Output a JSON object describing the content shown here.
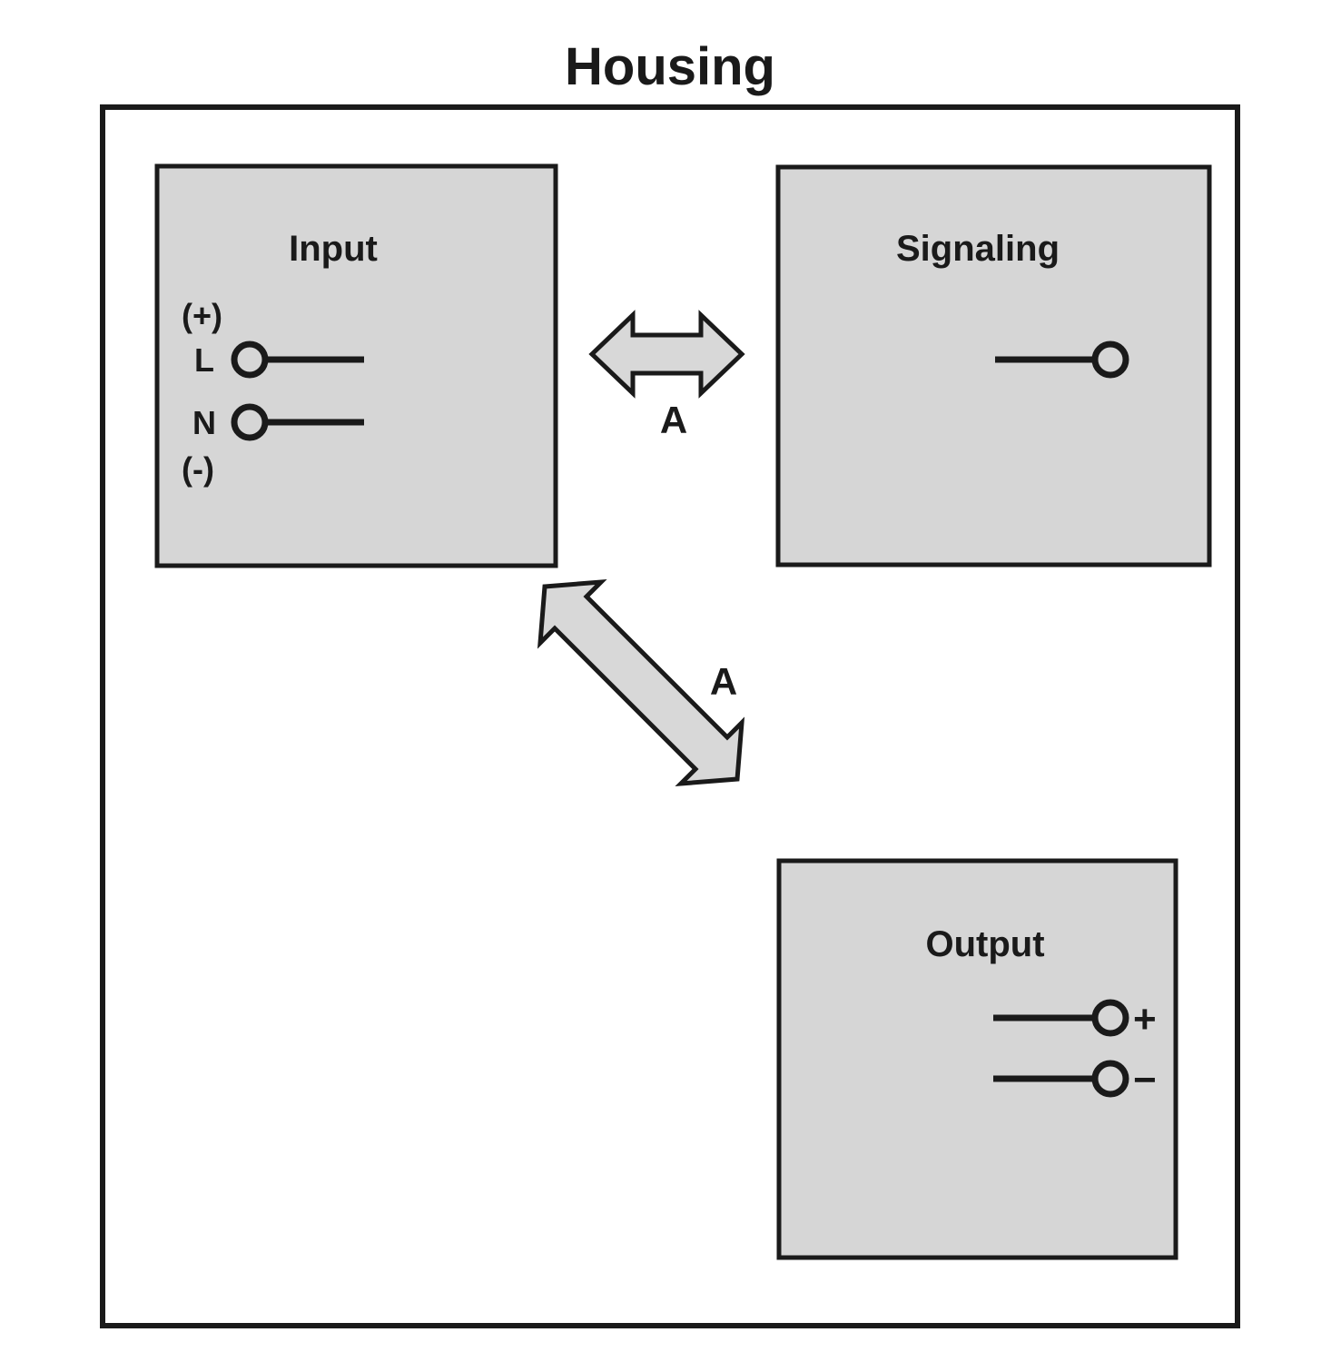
{
  "diagram": {
    "title": "Housing",
    "blocks": [
      {
        "id": "input",
        "title": "Input",
        "terminals": [
          {
            "label": "L",
            "polarity_above": "(+)",
            "polarity_below": ""
          },
          {
            "label": "N",
            "polarity_above": "",
            "polarity_below": "(-)"
          }
        ],
        "polarity_top": "(+)",
        "polarity_bottom": "(-)"
      },
      {
        "id": "signaling",
        "title": "Signaling",
        "terminals": [
          {
            "label": ""
          }
        ]
      },
      {
        "id": "output",
        "title": "Output",
        "terminals": [
          {
            "label": "+"
          },
          {
            "label": "−"
          }
        ]
      }
    ],
    "arrows": [
      {
        "id": "input-to-signaling",
        "label": "A",
        "orientation": "horizontal"
      },
      {
        "id": "input-to-output",
        "label": "A",
        "orientation": "diagonal"
      }
    ],
    "colors": {
      "block_fill": "#d6d6d6",
      "arrow_fill": "#d8d8d8",
      "stroke": "#1a1a1a",
      "background": "#ffffff"
    }
  }
}
